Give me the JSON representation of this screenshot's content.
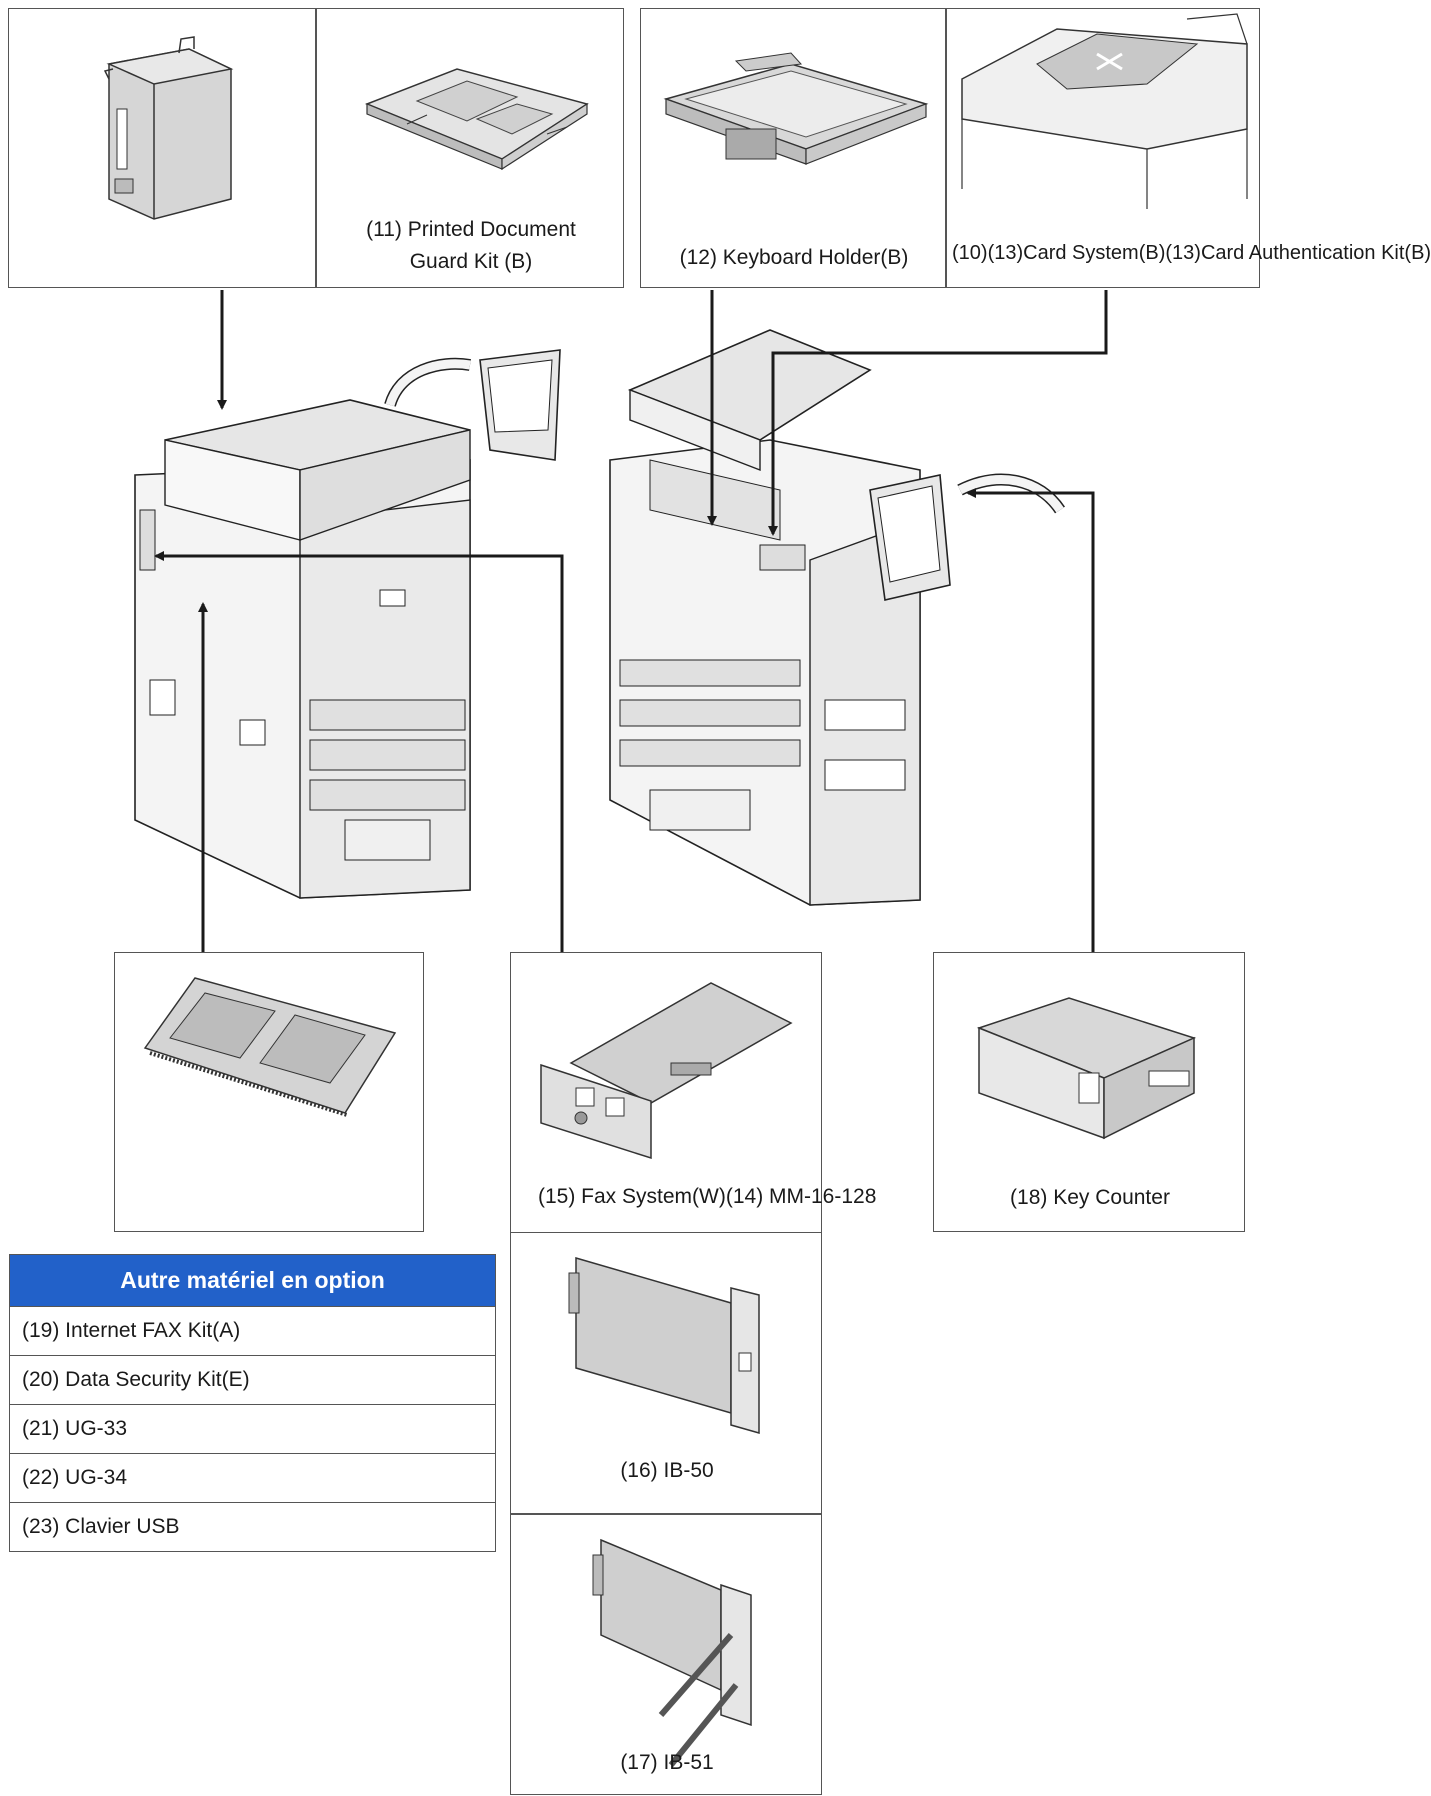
{
  "callouts": {
    "c11_line1": "(11) Printed Document",
    "c11_line2": "Guard Kit (B)",
    "c12": "(12) Keyboard Holder(B)",
    "c10_13": "(10)(13)Card System(B)(13)Card Authentication Kit(B)",
    "c15_14": "(15) Fax System(W)(14) MM-16-128",
    "c18": "(18) Key Counter",
    "c16": "(16) IB-50",
    "c17": "(17) IB-51"
  },
  "options_table": {
    "header": "Autre matériel en option",
    "rows": [
      "(19) Internet FAX Kit(A)",
      "(20) Data Security Kit(E)",
      "(21) UG-33",
      "(22) UG-34",
      "(23) Clavier USB"
    ]
  },
  "colors": {
    "table_header": "#2261c9",
    "line": "#1a1a1a",
    "device_fill": "#f4f4f4",
    "part_fill": "#d6d6d6"
  },
  "icons": {
    "printer_left": "mfp-front-view-icon",
    "printer_right": "mfp-rear-view-icon",
    "server": "card-reader-box-icon",
    "guard_kit": "printed-document-guard-kit-icon",
    "keyboard_holder": "keyboard-holder-icon",
    "card_auth": "card-authentication-icon",
    "memory": "memory-module-icon",
    "fax_board": "fax-board-icon",
    "key_counter": "key-counter-icon",
    "ib50": "ib50-card-icon",
    "ib51": "ib51-card-icon"
  }
}
